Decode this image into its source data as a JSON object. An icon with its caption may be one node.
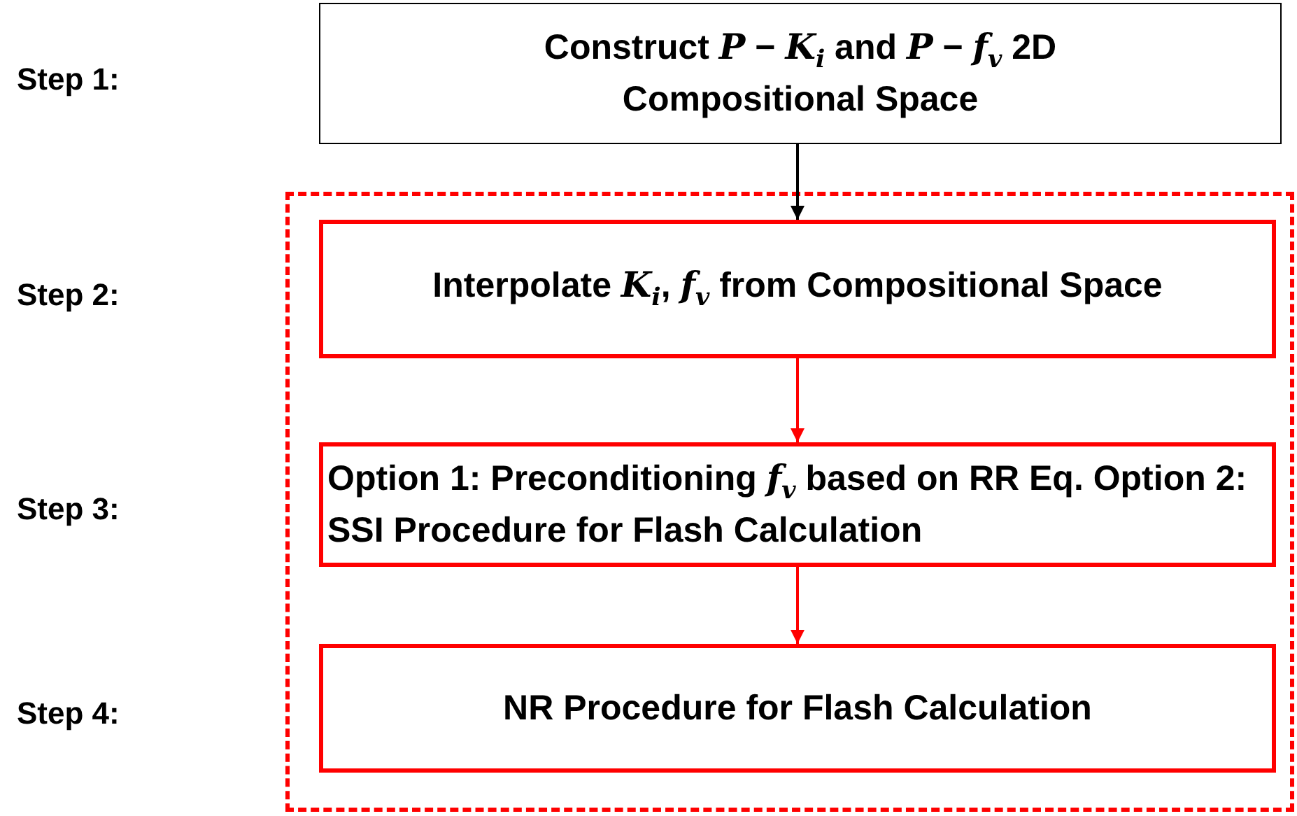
{
  "diagram": {
    "nodes": [
      {
        "text": [
          "Construct *P* − *K*$_{i}$ and *P* − *f*$_{v}$ 2D Compositional Space"
        ]
      },
      {
        "text": [],
        "shape": "box"
      },
      {
        "text": [
          "Interpolate *K*$_{i}$, *f*$_{v}$ from Compositional Space"
        ],
        "in": 1
      },
      {
        "text": [
          "Option 1: Preconditioning *f*$_{v}$ based on RR Eq. Option 2: SSI Procedure for Flash Calculation"
        ],
        "in": 1
      },
      {
        "text": [
          "NR Procedure for Flash Calculation"
        ],
        "in": 1
      }
    ],
    "edges": [
      {
        "from": 0,
        "to": 2,
        "arrow": "to",
        "color": "#000000"
      },
      {
        "from": 2,
        "to": 3,
        "arrow": "to",
        "color": "#ff0000"
      },
      {
        "from": 3,
        "to": 4,
        "arrow": "to",
        "color": "#ff0000"
      }
    ],
    "labels": [
      "Step 1:",
      "Step 2:",
      "Step 3:",
      "Step 4:"
    ]
  }
}
